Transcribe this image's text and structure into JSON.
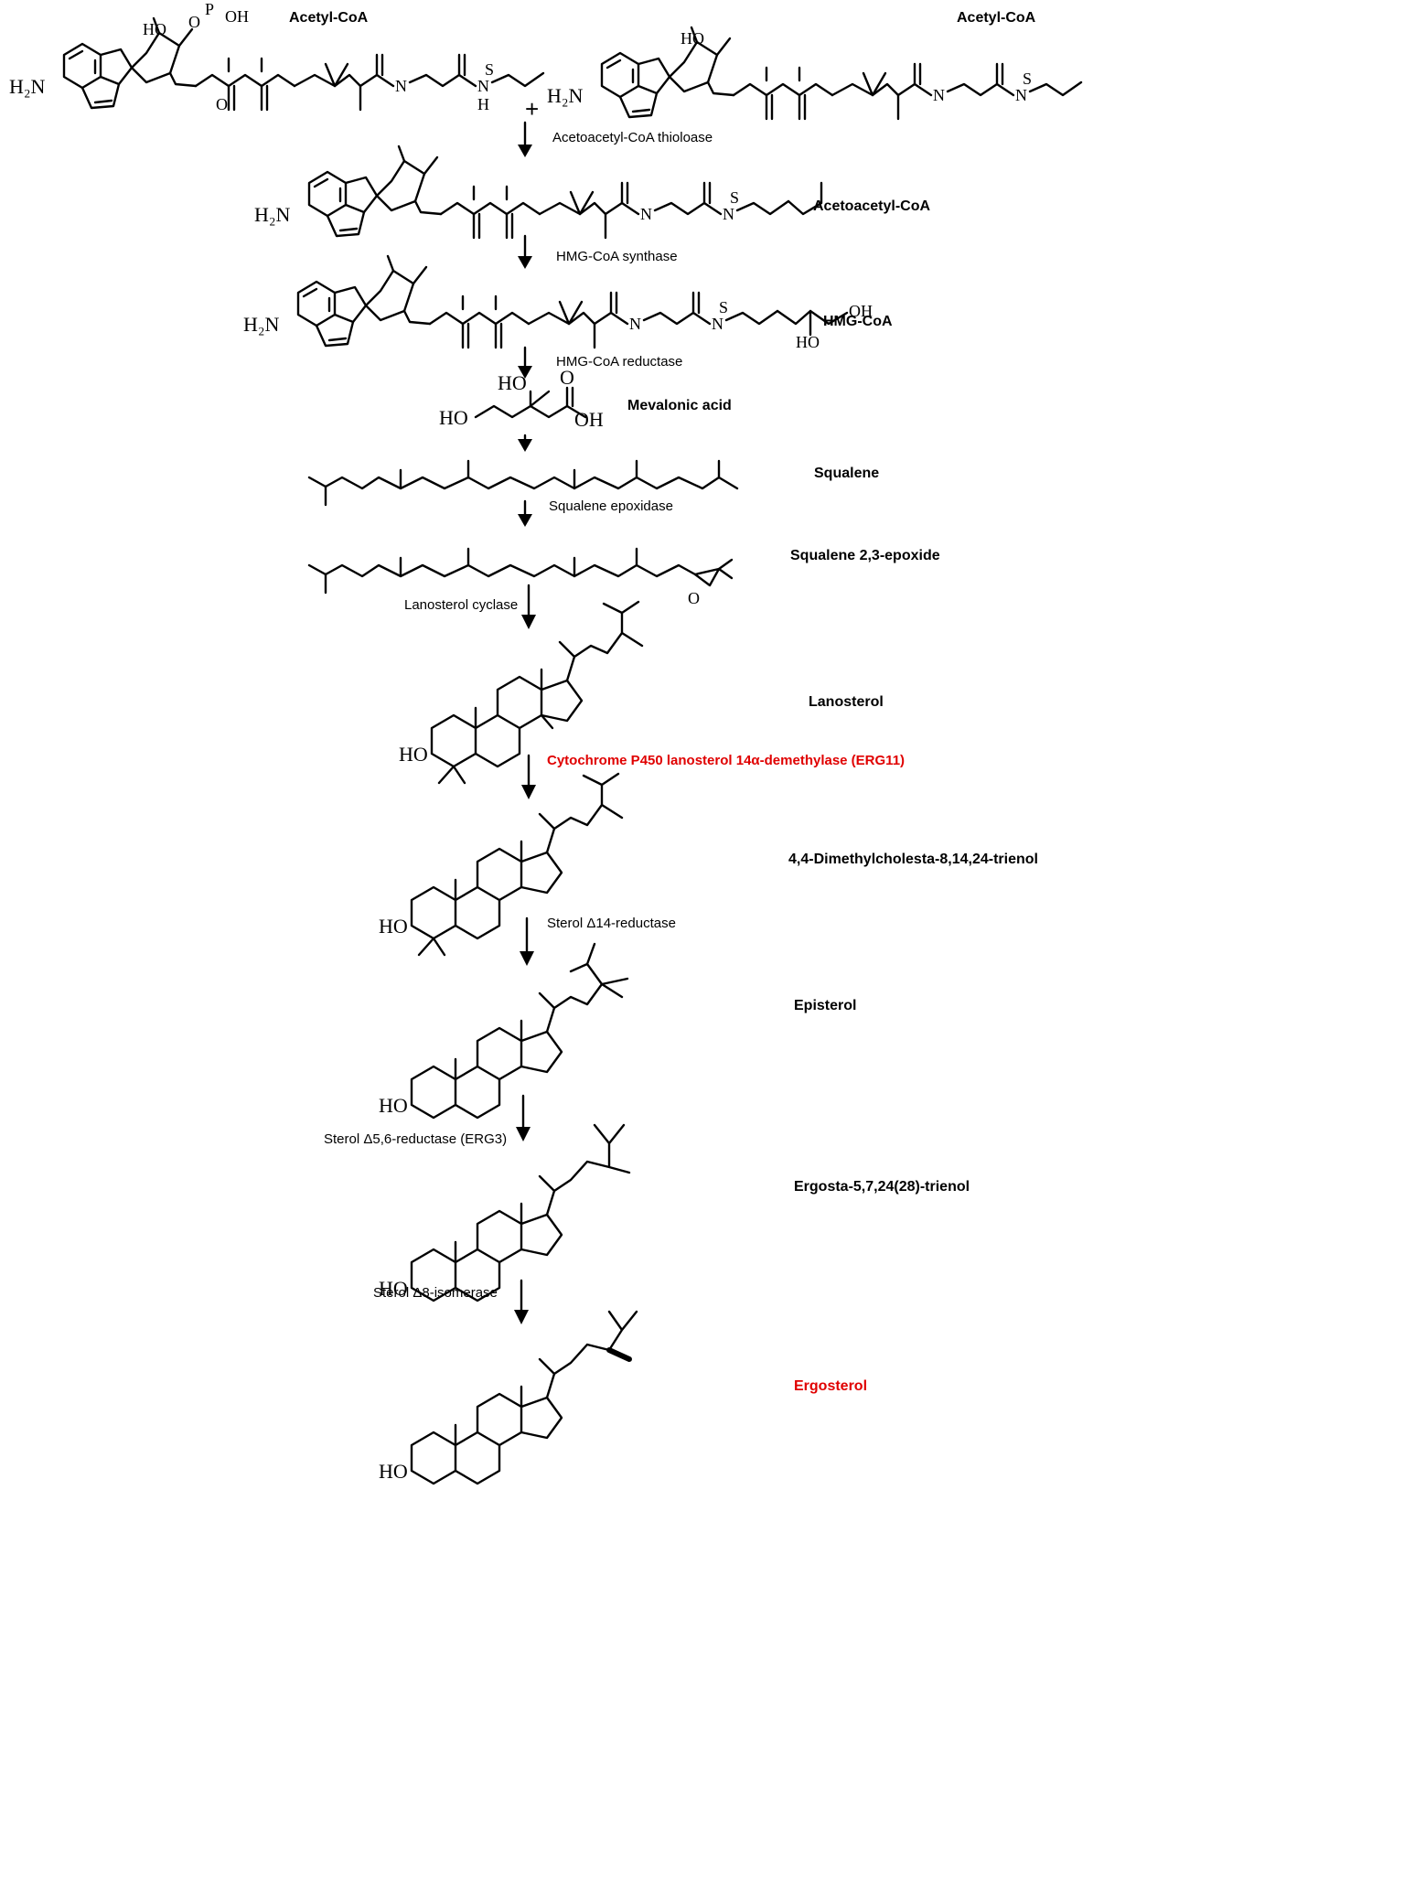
{
  "compounds": {
    "acetyl_coa_left": "Acetyl-CoA",
    "acetyl_coa_right": "Acetyl-CoA",
    "acetoacetyl_coa": "Acetoacetyl-CoA",
    "hmg_coa": "HMG-CoA",
    "mevalonic_acid": "Mevalonic acid",
    "squalene": "Squalene",
    "squalene_epoxide": "Squalene 2,3-epoxide",
    "lanosterol": "Lanosterol",
    "dimethylcholesta": "4,4-Dimethylcholesta-8,14,24-trienol",
    "episterol": "Episterol",
    "ergosta": "Ergosta-5,7,24(28)-trienol",
    "ergosterol": "Ergosterol"
  },
  "enzymes": {
    "thiolase": "Acetoacetyl-CoA thioloase",
    "hmg_synthase": "HMG-CoA synthase",
    "hmg_reductase": "HMG-CoA reductase",
    "squalene_epoxidase": "Squalene epoxidase",
    "lanosterol_cyclase": "Lanosterol cyclase",
    "erg11": "Cytochrome P450 lanosterol 14α-demethylase (ERG11)",
    "d14_reductase": "Sterol Δ14-reductase",
    "d56_reductase": "Sterol Δ5,6-reductase (ERG3)",
    "d8_isomerase": "Sterol Δ8-isomerase"
  },
  "symbols": {
    "plus": "+"
  },
  "atoms": {
    "h2n": "H₂N",
    "n": "N",
    "ho": "HO",
    "oh": "OH",
    "o": "O",
    "p": "P",
    "s": "S",
    "nh_n": "N",
    "nh_h": "H"
  },
  "colors": {
    "highlight": "#e00000",
    "ink": "#000000"
  },
  "icons": {
    "arrow": "down-arrow-icon"
  }
}
